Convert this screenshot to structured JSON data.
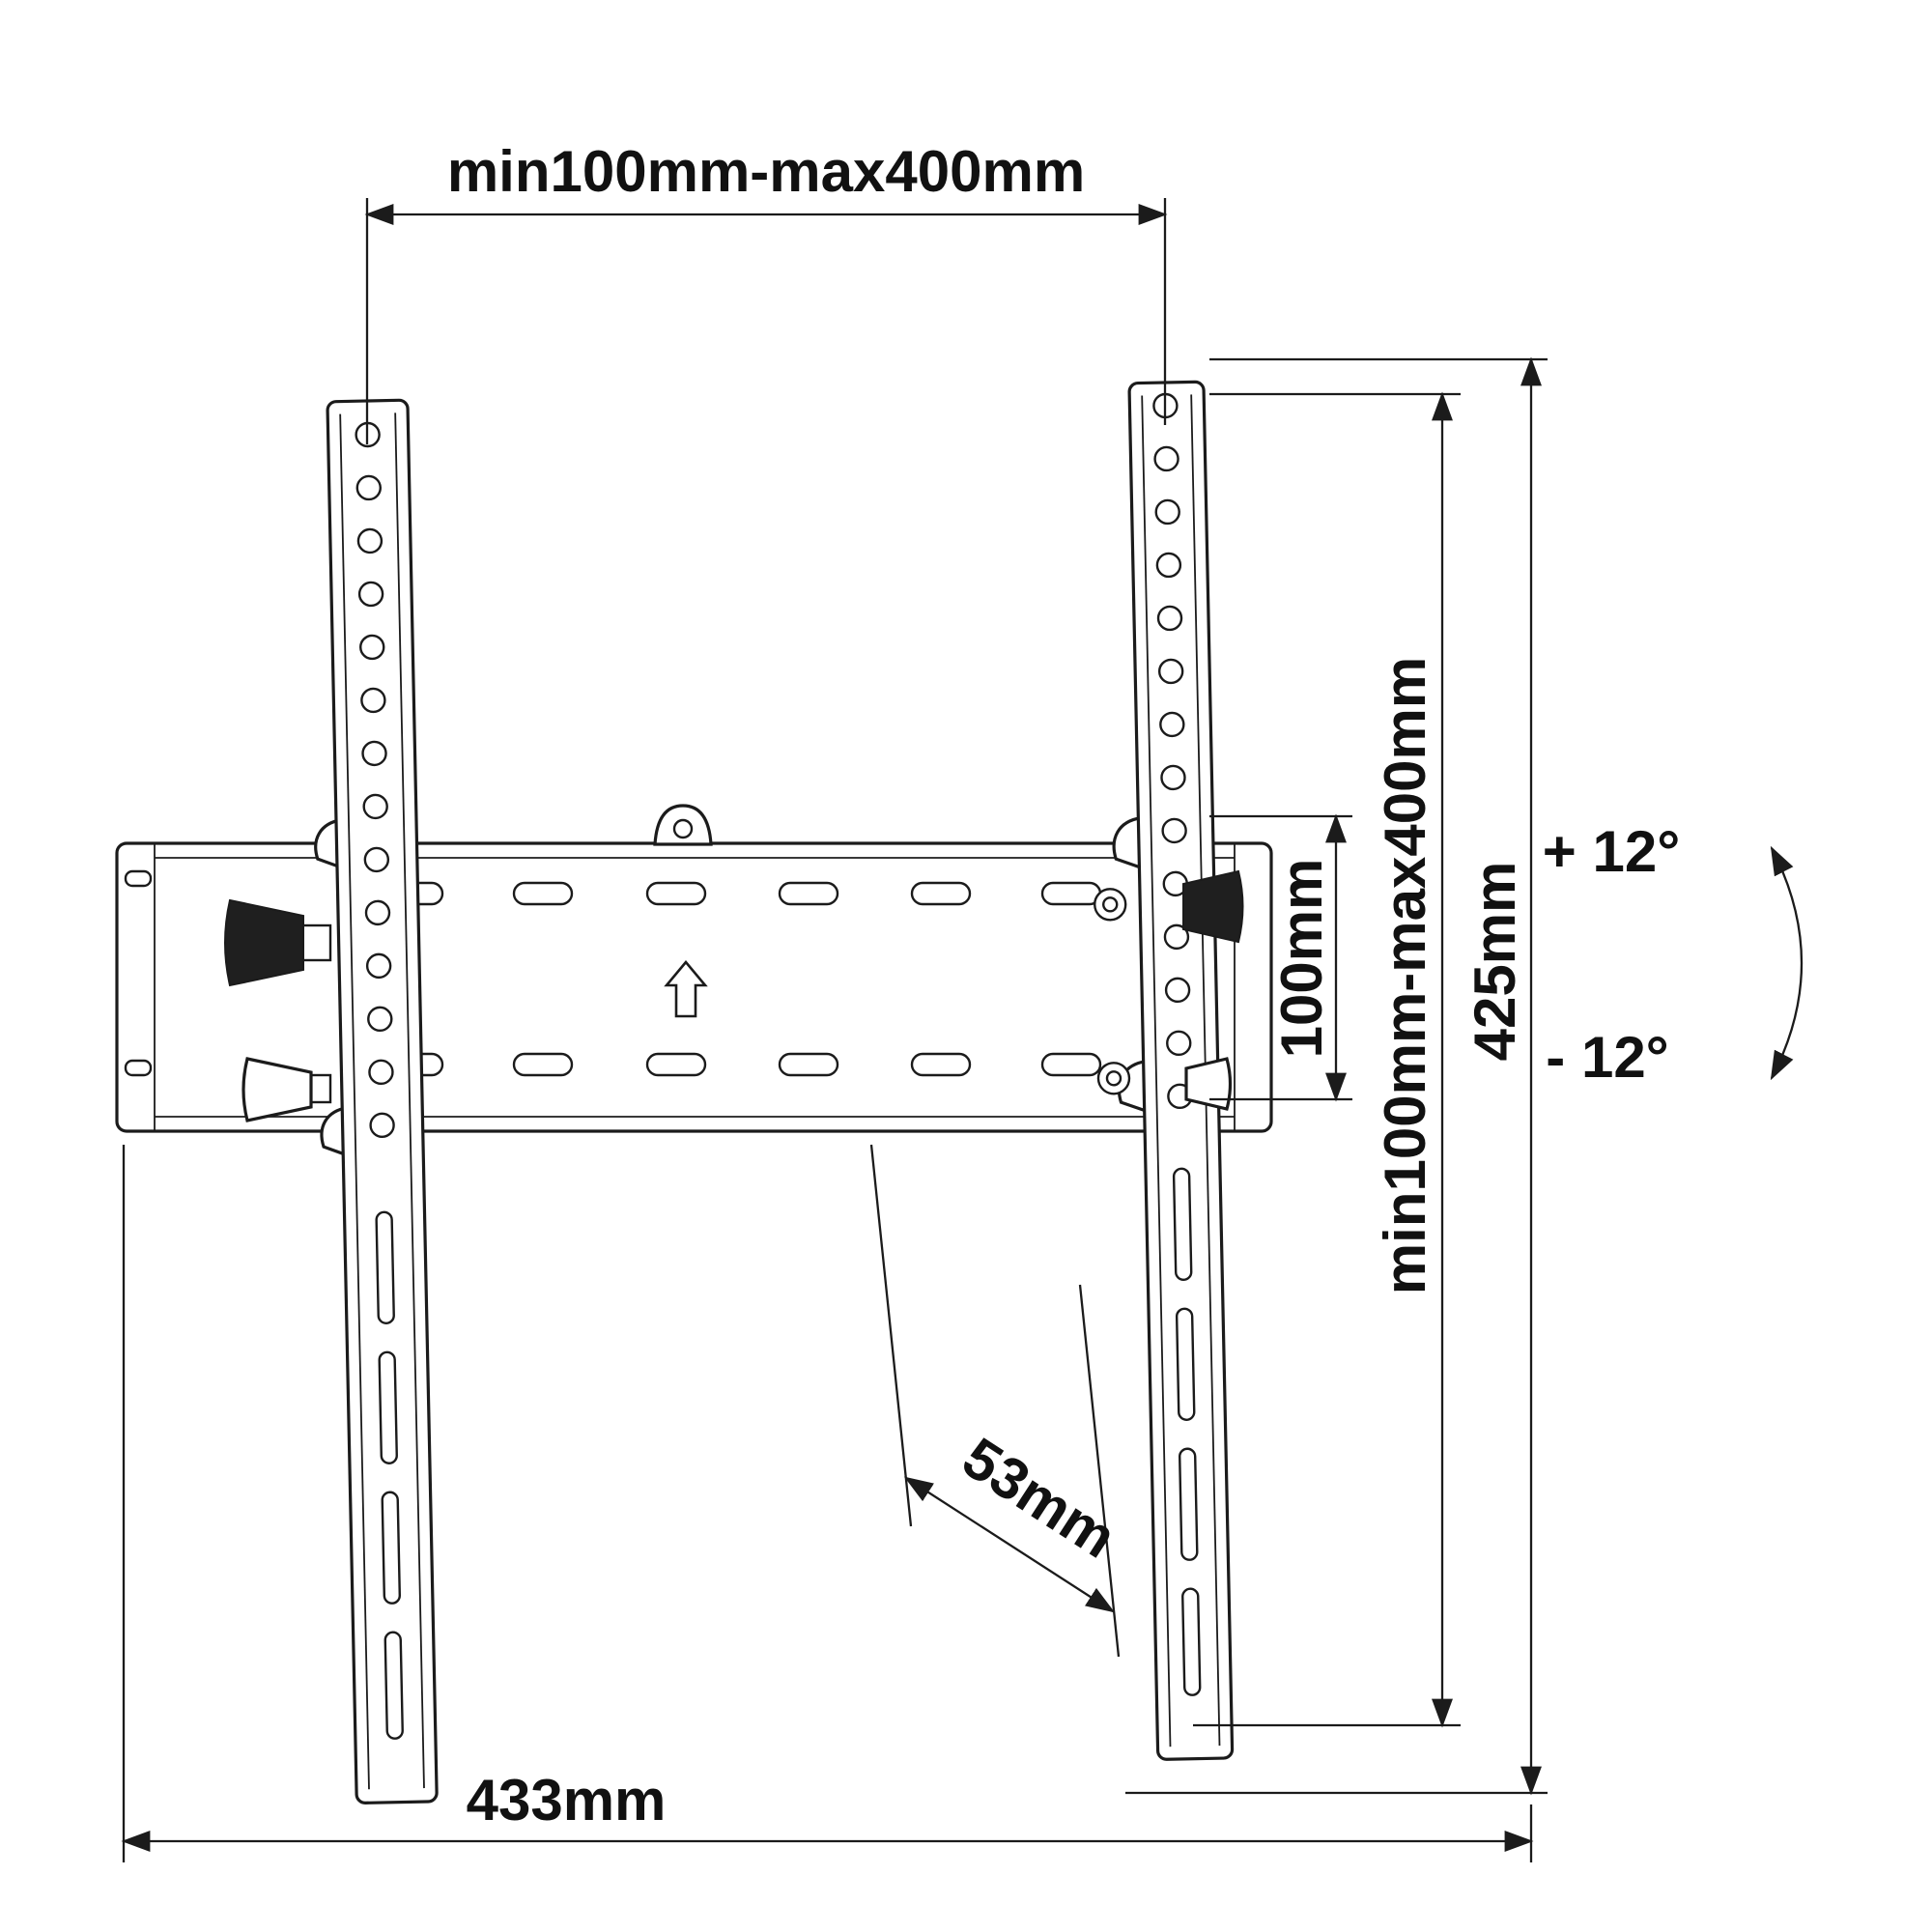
{
  "diagram": {
    "title": "Tilting TV wall-mount bracket dimensional drawing",
    "background_color": "#ffffff",
    "line_color": "#1b1b1b",
    "dimensions": {
      "vesa_width": "min100mm-max400mm",
      "vesa_height": "min100mm-max400mm",
      "bracket_height": "425mm",
      "hole_pitch": "100mm",
      "wall_distance": "53mm",
      "bracket_width": "433mm"
    },
    "tilt": {
      "up": "+ 12°",
      "down": "- 12°"
    }
  }
}
